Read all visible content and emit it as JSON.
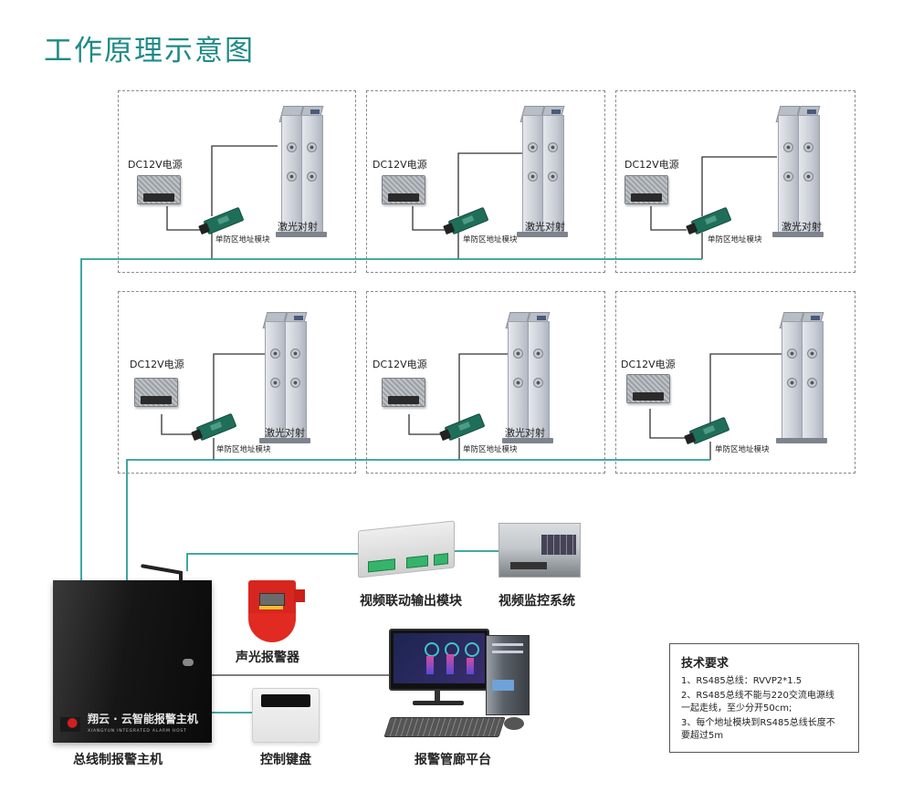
{
  "title": "工作原理示意图",
  "colors": {
    "accent": "#1f8a86",
    "bus_line": "#2a9d98",
    "wire": "#333333",
    "dash": "#8a8a8a"
  },
  "zone_panels": [
    {
      "power_label": "DC12V电源",
      "module_label": "单防区地址模块",
      "detector_label": "激光对射"
    },
    {
      "power_label": "DC12V电源",
      "module_label": "单防区地址模块",
      "detector_label": "激光对射"
    },
    {
      "power_label": "DC12V电源",
      "module_label": "单防区地址模块",
      "detector_label": "激光对射"
    },
    {
      "power_label": "DC12V电源",
      "module_label": "单防区地址模块",
      "detector_label": "激光对射"
    },
    {
      "power_label": "DC12V电源",
      "module_label": "单防区地址模块",
      "detector_label": "激光对射"
    },
    {
      "power_label": "DC12V电源",
      "module_label": "单防区地址模块",
      "detector_label": ""
    }
  ],
  "devices": {
    "host": {
      "label": "总线制报警主机",
      "brand": "翔云 · 云智能报警主机",
      "brand_sub": "XIANGYUN    INTEGRATED ALARM HOST"
    },
    "siren": {
      "label": "声光报警器"
    },
    "keypad": {
      "label": "控制键盘"
    },
    "video_module": {
      "label": "视频联动输出模块"
    },
    "cctv": {
      "label": "视频监控系统"
    },
    "platform": {
      "label": "报警管廊平台"
    }
  },
  "tech_requirements": {
    "title": "技术要求",
    "lines": [
      "1、RS485总线：RVVP2*1.5",
      "2、RS485总线不能与220交流电源线",
      "一起走线，至少分开50cm;",
      "3、每个地址模块到RS485总线长度不",
      "要超过5m"
    ]
  }
}
